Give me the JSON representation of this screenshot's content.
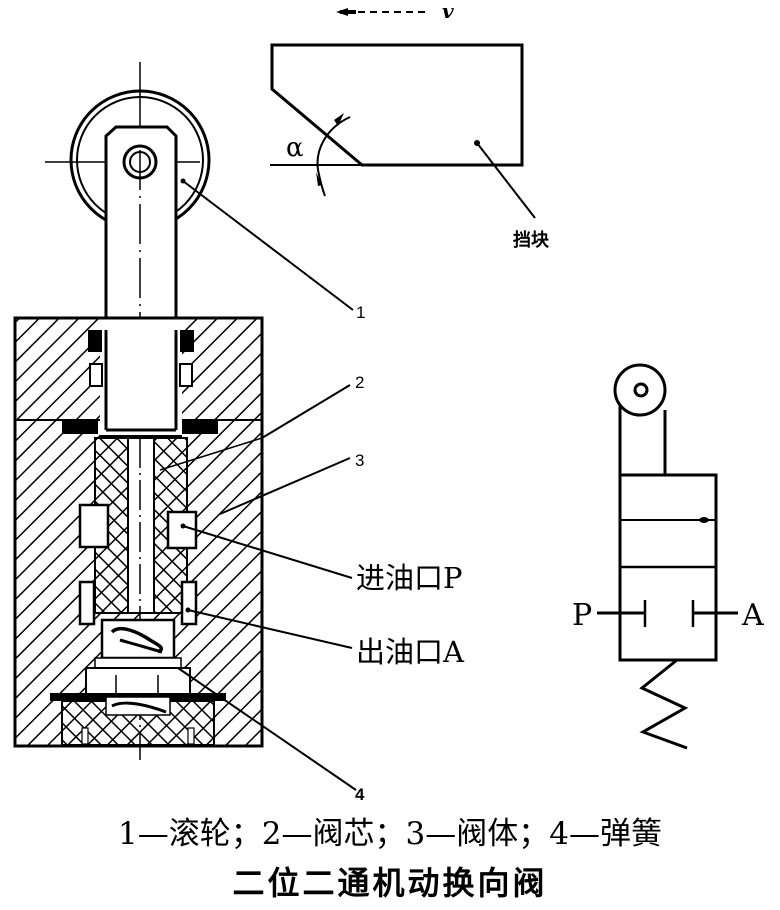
{
  "diagram": {
    "velocity_label": "v",
    "angle_label": "α",
    "stop_block_label": "挡块",
    "part_numbers": [
      "1",
      "2",
      "3",
      "4"
    ],
    "port_labels": {
      "inlet": "进油口P",
      "outlet": "出油口A"
    },
    "symbol_ports": {
      "left": "P",
      "right": "A"
    }
  },
  "legend": {
    "text": "1—滚轮；2—阀芯；3—阀体；4—弹簧",
    "items": [
      {
        "number": "1",
        "name": "滚轮"
      },
      {
        "number": "2",
        "name": "阀芯"
      },
      {
        "number": "3",
        "name": "阀体"
      },
      {
        "number": "4",
        "name": "弹簧"
      }
    ]
  },
  "title": "二位二通机动换向阀"
}
